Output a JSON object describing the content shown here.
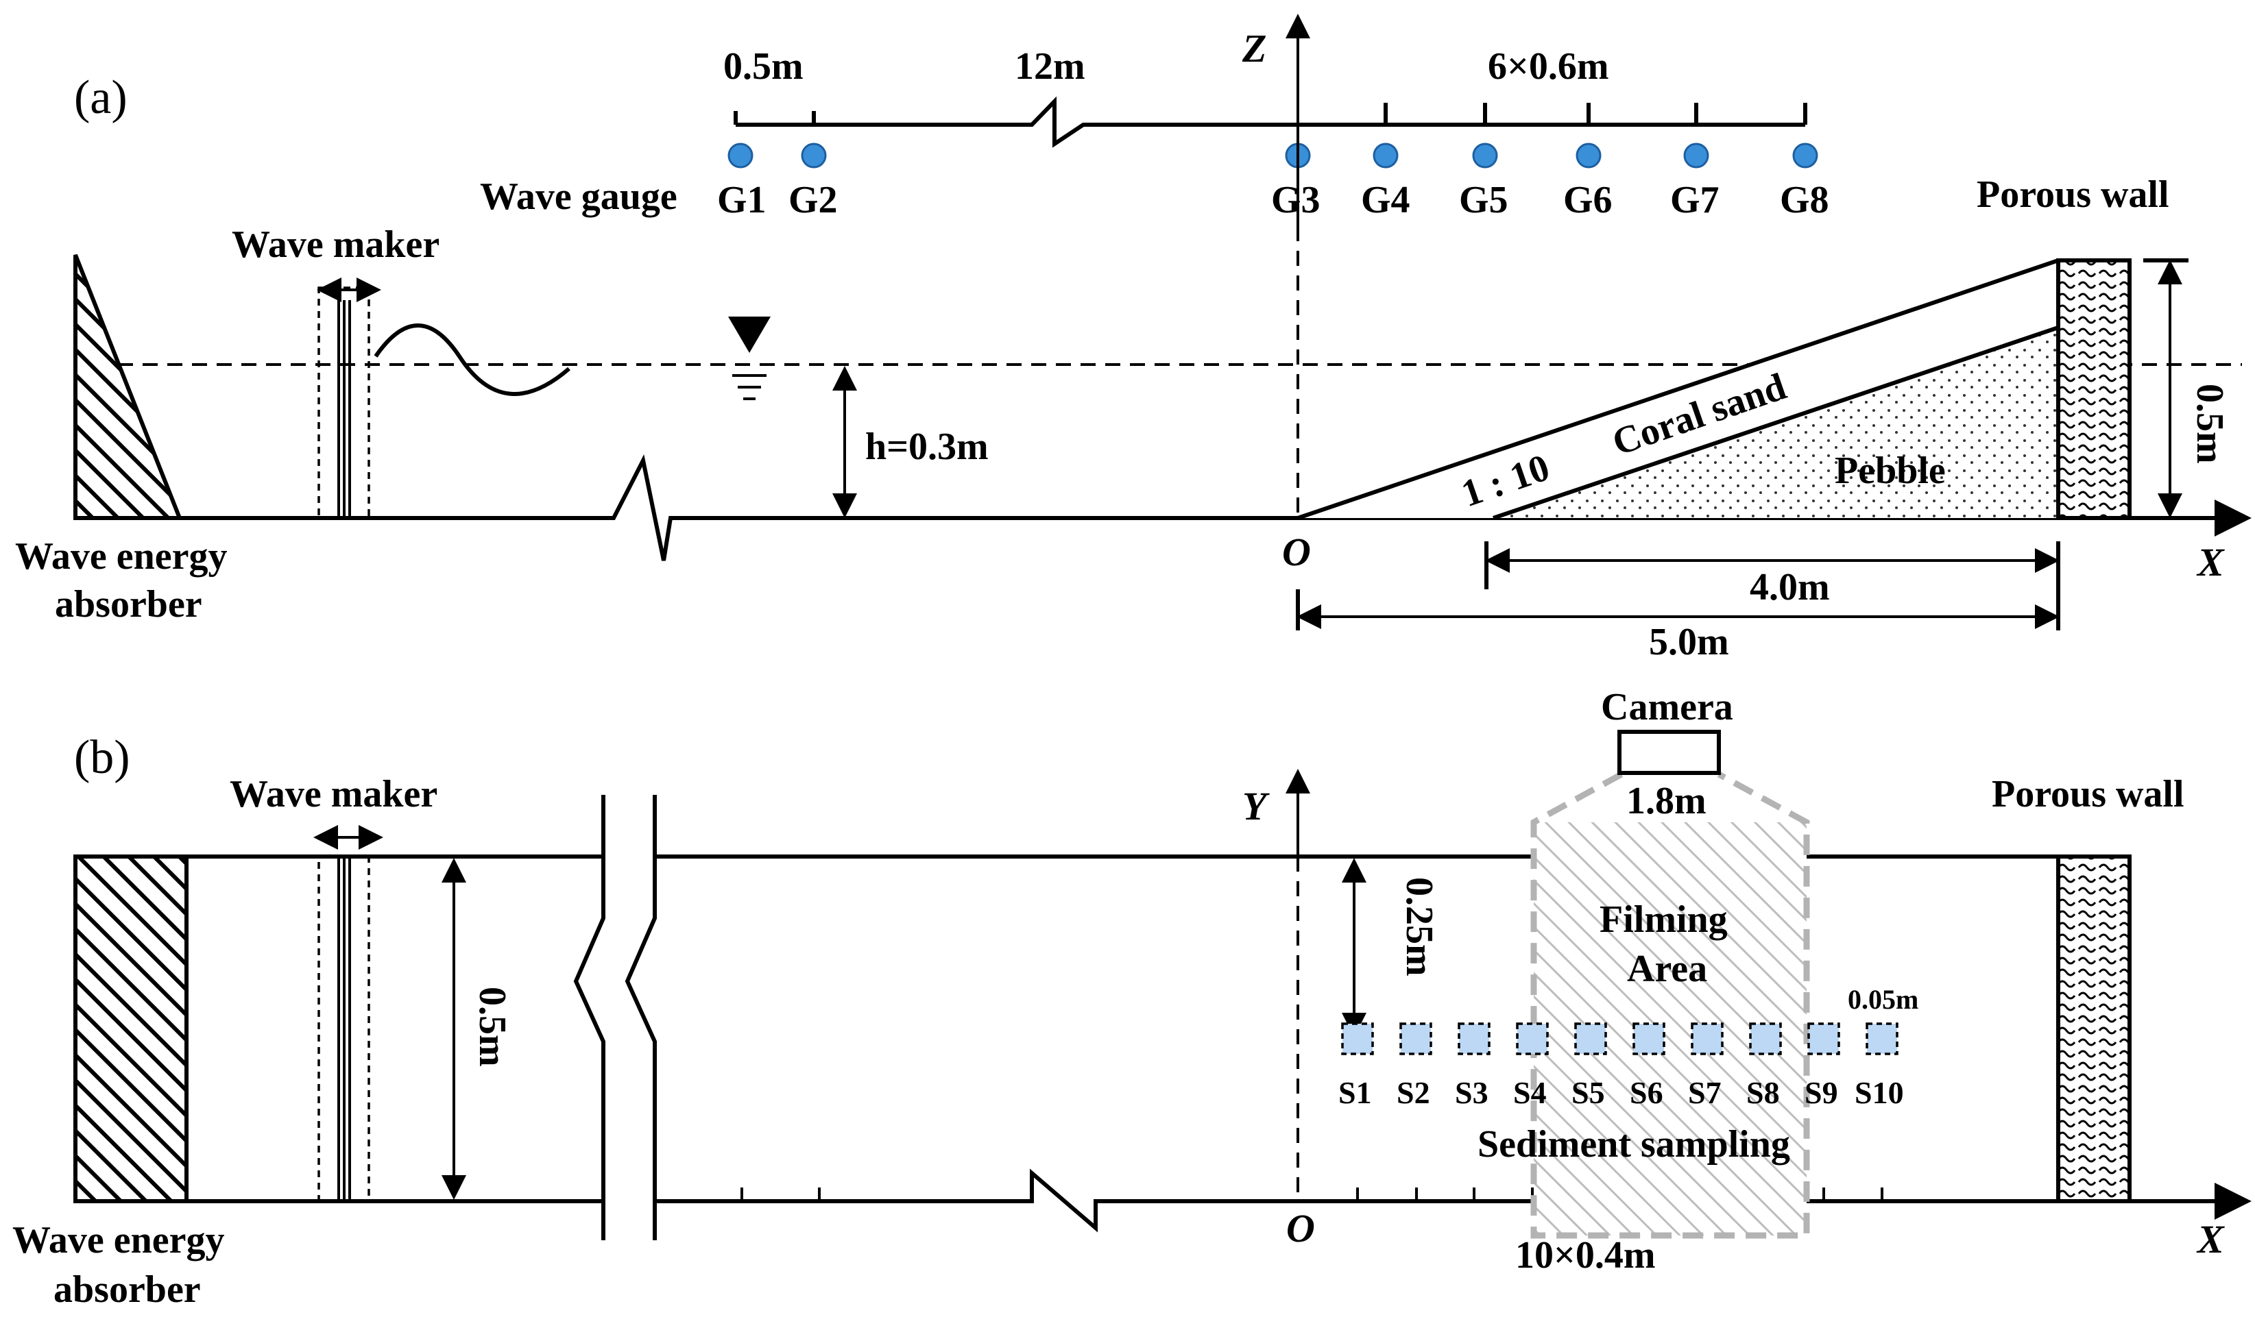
{
  "panel_a": {
    "label": "(a)",
    "wave_maker": "Wave maker",
    "wave_gauge": "Wave gauge",
    "gauges": [
      "G1",
      "G2",
      "G3",
      "G4",
      "G5",
      "G6",
      "G7",
      "G8"
    ],
    "dim_0_5": "0.5m",
    "dim_12": "12m",
    "dim_6x06": "6×0.6m",
    "axis_z": "Z",
    "axis_x": "X",
    "origin": "O",
    "porous_wall": "Porous wall",
    "wave_absorber": [
      "Wave energy",
      "absorber"
    ],
    "depth": "h=0.3m",
    "slope": "1 : 10",
    "coral_sand": "Coral sand",
    "pebble": "Pebble",
    "wall_height": "0.5m",
    "dim_4": "4.0m",
    "dim_5": "5.0m"
  },
  "panel_b": {
    "label": "(b)",
    "wave_maker": "Wave maker",
    "camera": "Camera",
    "camera_width": "1.8m",
    "axis_y": "Y",
    "axis_x": "X",
    "origin": "O",
    "porous_wall": "Porous wall",
    "width": "0.5m",
    "half_width": "0.25m",
    "filming_area": [
      "Filming",
      "Area"
    ],
    "sample_size": "0.05m",
    "samples": [
      "S1",
      "S2",
      "S3",
      "S4",
      "S5",
      "S6",
      "S7",
      "S8",
      "S9",
      "S10"
    ],
    "sediment_sampling": "Sediment sampling",
    "sample_spacing": "10×0.4m",
    "wave_absorber": [
      "Wave energy",
      "absorber"
    ]
  },
  "colors": {
    "gauge_fill": "#3a8fd9",
    "sample_fill": "#bcd8f5",
    "filming_gray": "#b3b3b3"
  }
}
